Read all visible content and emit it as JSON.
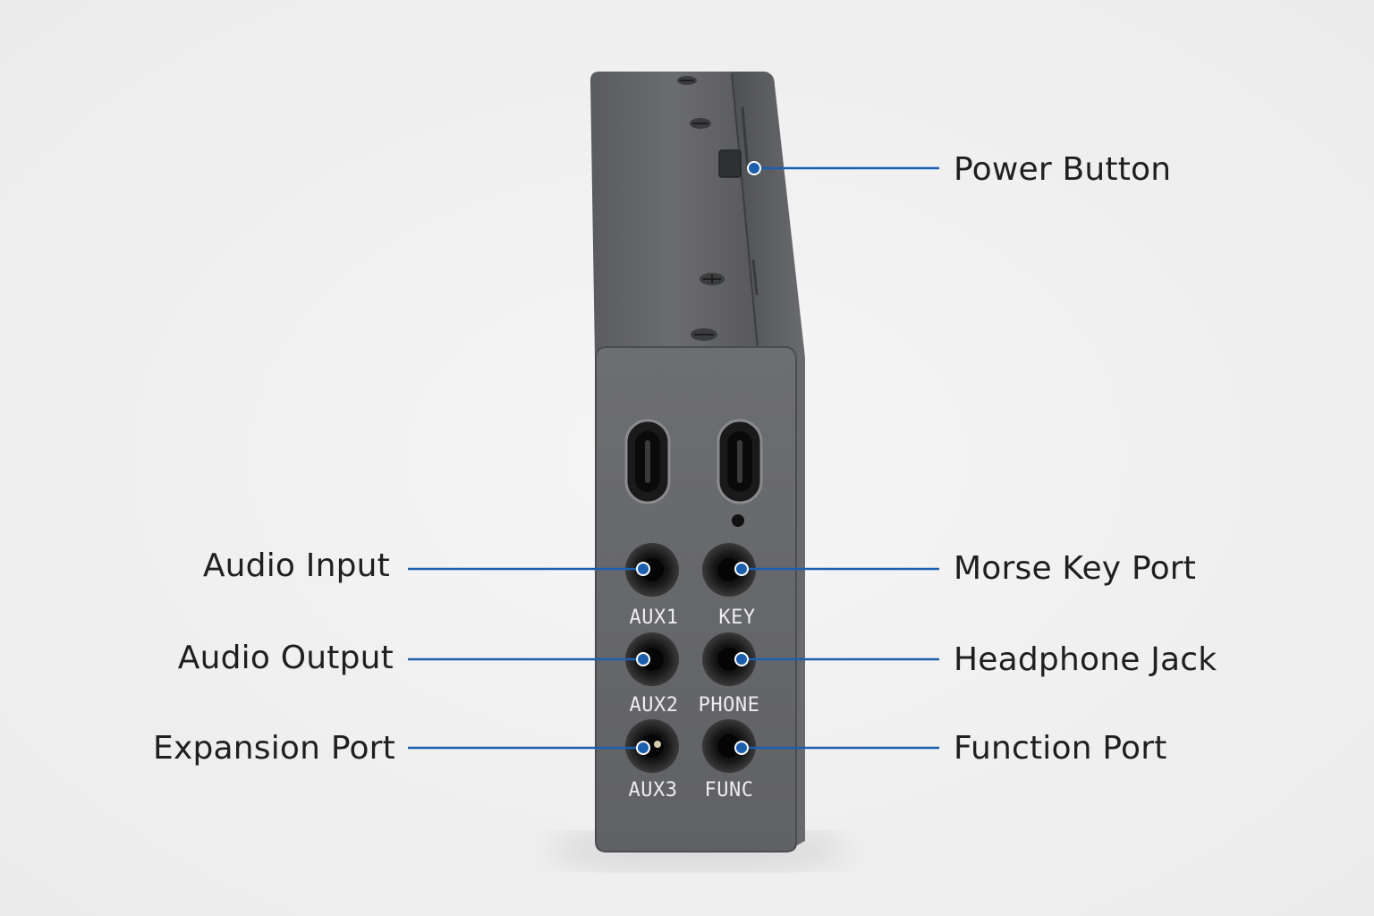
{
  "callouts": {
    "power_button": "Power Button",
    "audio_input": "Audio Input",
    "audio_output": "Audio Output",
    "expansion_port": "Expansion Port",
    "morse_key_port": "Morse Key Port",
    "headphone_jack": "Headphone Jack",
    "function_port": "Function Port"
  },
  "port_labels": {
    "aux1": "AUX1",
    "key": "KEY",
    "aux2": "AUX2",
    "phone": "PHONE",
    "aux3": "AUX3",
    "func": "FUNC"
  },
  "colors": {
    "leader_line": "#1b5fb0",
    "label_text": "#1f1f1f",
    "device_body": "#5f6063",
    "background": "#efefef"
  }
}
